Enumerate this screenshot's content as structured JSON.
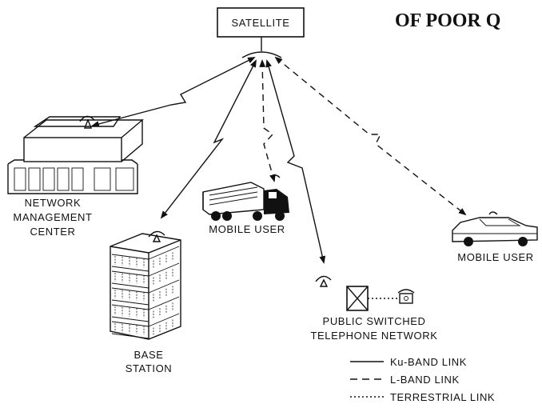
{
  "header_fragment": "OF POOR Q",
  "nodes": {
    "satellite": "SATELLITE",
    "network_management_center": [
      "NETWORK",
      "MANAGEMENT",
      "CENTER"
    ],
    "mobile_user_truck": "MOBILE USER",
    "base_station": [
      "BASE",
      "STATION"
    ],
    "pstn": [
      "PUBLIC SWITCHED",
      "TELEPHONE NETWORK"
    ],
    "mobile_user_car": "MOBILE USER"
  },
  "legend": [
    {
      "style": "solid",
      "label": "Ku-BAND LINK"
    },
    {
      "style": "dashed",
      "label": "L-BAND LINK"
    },
    {
      "style": "dotted",
      "label": "TERRESTRIAL LINK"
    }
  ]
}
